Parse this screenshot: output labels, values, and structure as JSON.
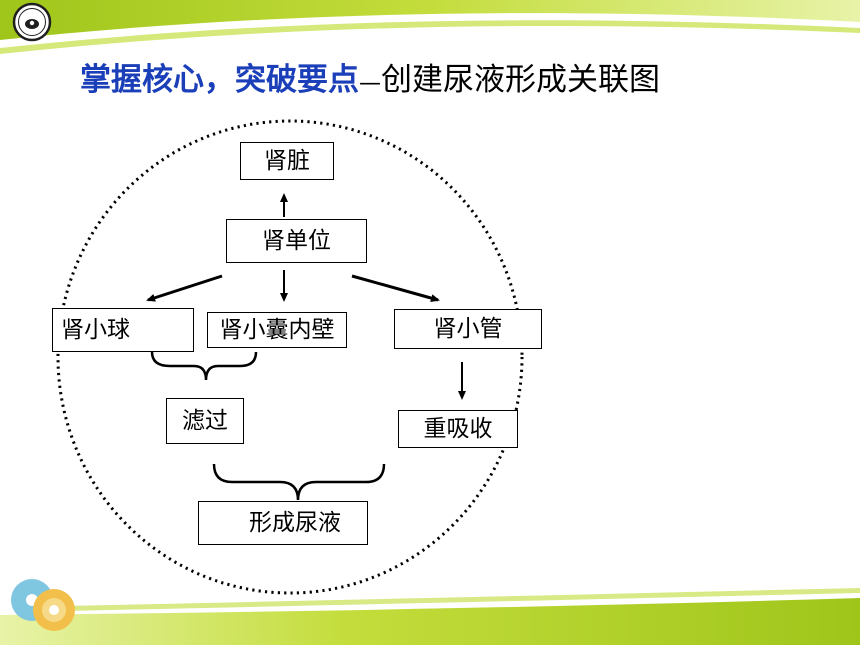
{
  "title": {
    "highlight": "掌握核心，突破要点",
    "dash": "—",
    "rest": "创建尿液形成关联图"
  },
  "nodes": {
    "kidney": "肾脏",
    "nephron": "肾单位",
    "glomerulus": "肾小球",
    "capsule_wall": "肾小囊内壁",
    "tubule": "肾小管",
    "filtration": "滤过",
    "reabsorption": "重吸收",
    "urine_formation": "形成尿液"
  },
  "colors": {
    "title_highlight": "#1b3fb8",
    "banner_green": "#b7d72b",
    "banner_light": "#e2f0a0"
  },
  "icons": {
    "logo": "school-logo-icon",
    "discs": "cd-discs-icon"
  }
}
